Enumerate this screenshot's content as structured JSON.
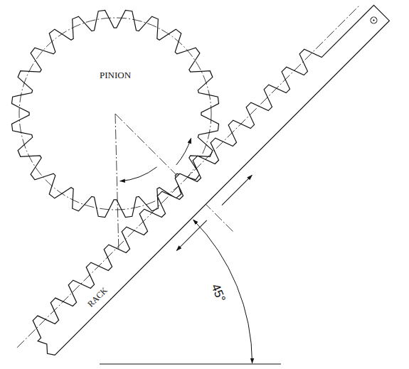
{
  "diagram": {
    "labels": [
      "PINION",
      "RACK",
      "45°"
    ]
  }
}
